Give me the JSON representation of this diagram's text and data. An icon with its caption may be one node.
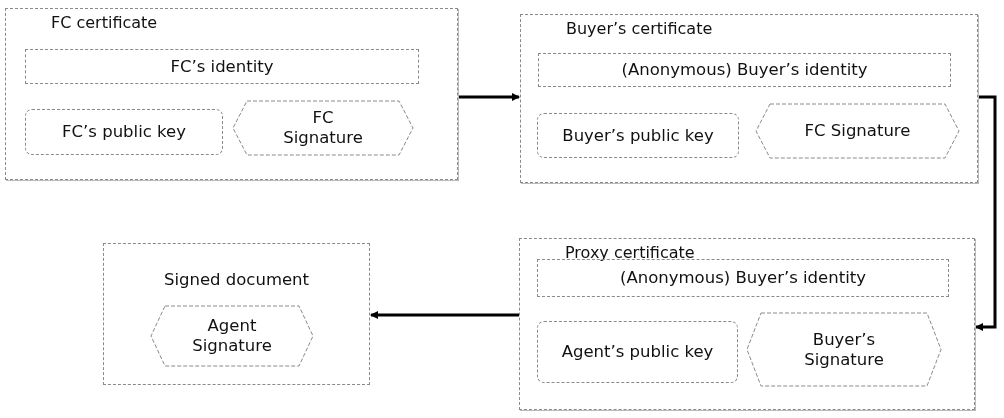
{
  "diagram": {
    "nodes": [
      {
        "text": [
          "FC certificate"
        ]
      },
      {
        "text": [
          "FC’s identity"
        ],
        "in": 0
      },
      {
        "text": [
          "FC’s public key"
        ],
        "in": 0
      },
      {
        "text": [
          "FC Signature"
        ],
        "in": 0
      },
      {
        "text": [
          "Buyer’s certificate"
        ]
      },
      {
        "text": [
          "(Anonymous) Buyer’s identity"
        ],
        "in": 4
      },
      {
        "text": [
          "Buyer’s public key"
        ],
        "in": 4
      },
      {
        "text": [
          "FC Signature"
        ],
        "in": 4
      },
      {
        "text": [
          "Signed document"
        ]
      },
      {
        "text": [
          "Agent Signature"
        ],
        "in": 8
      },
      {
        "text": [
          "Proxy certificate"
        ]
      },
      {
        "text": [
          "(Anonymous) Buyer’s identity"
        ],
        "in": 10
      },
      {
        "text": [
          "Agent’s public key"
        ],
        "in": 10
      },
      {
        "text": [
          "Buyer’s Signature"
        ],
        "in": 10
      }
    ],
    "edges": [
      {
        "from": 0,
        "to": 4,
        "arrow": "to"
      },
      {
        "from": 4,
        "to": 10,
        "arrow": "to"
      },
      {
        "from": 10,
        "to": 8,
        "arrow": "to"
      }
    ]
  }
}
